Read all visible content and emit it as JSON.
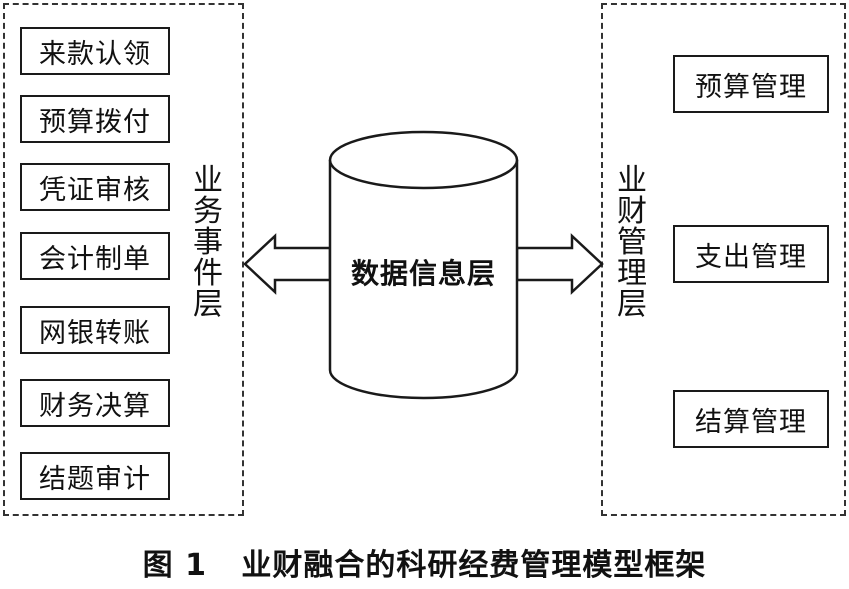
{
  "business_layer": {
    "label": "业务事件层",
    "items": [
      "来款认领",
      "预算拨付",
      "凭证审核",
      "会计制单",
      "网银转账",
      "财务决算",
      "结题审计"
    ]
  },
  "data_layer": {
    "label": "数据信息层"
  },
  "finance_layer": {
    "label": "业财管理层",
    "items": [
      "预算管理",
      "支出管理",
      "结算管理"
    ]
  },
  "caption": "图 1   业财融合的科研经费管理模型框架"
}
